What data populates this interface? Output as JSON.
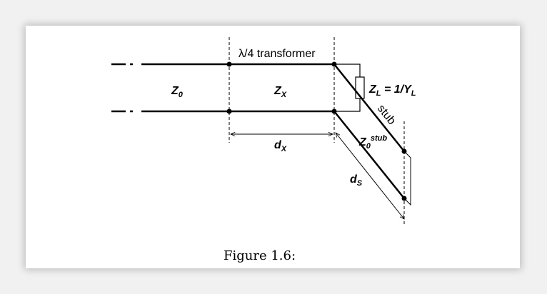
{
  "colors": {
    "ink": "#000000",
    "card": "#ffffff",
    "background": "#f1f1f1"
  },
  "labels": {
    "transformer": "λ/4 transformer",
    "z0_main": "Z",
    "z0_main_sub": "0",
    "zx": "Z",
    "zx_sub": "X",
    "zl": "Z",
    "zl_sub": "L",
    "zl_eq": " = 1/Y",
    "zl_eq_sub": "L",
    "stub": "stub",
    "z0stub": "Z",
    "z0stub_sub": "0",
    "z0stub_sup": "stub",
    "dx": "d",
    "dx_sub": "X",
    "ds": "d",
    "ds_sub": "S"
  },
  "caption": "Figure 1.6:"
}
